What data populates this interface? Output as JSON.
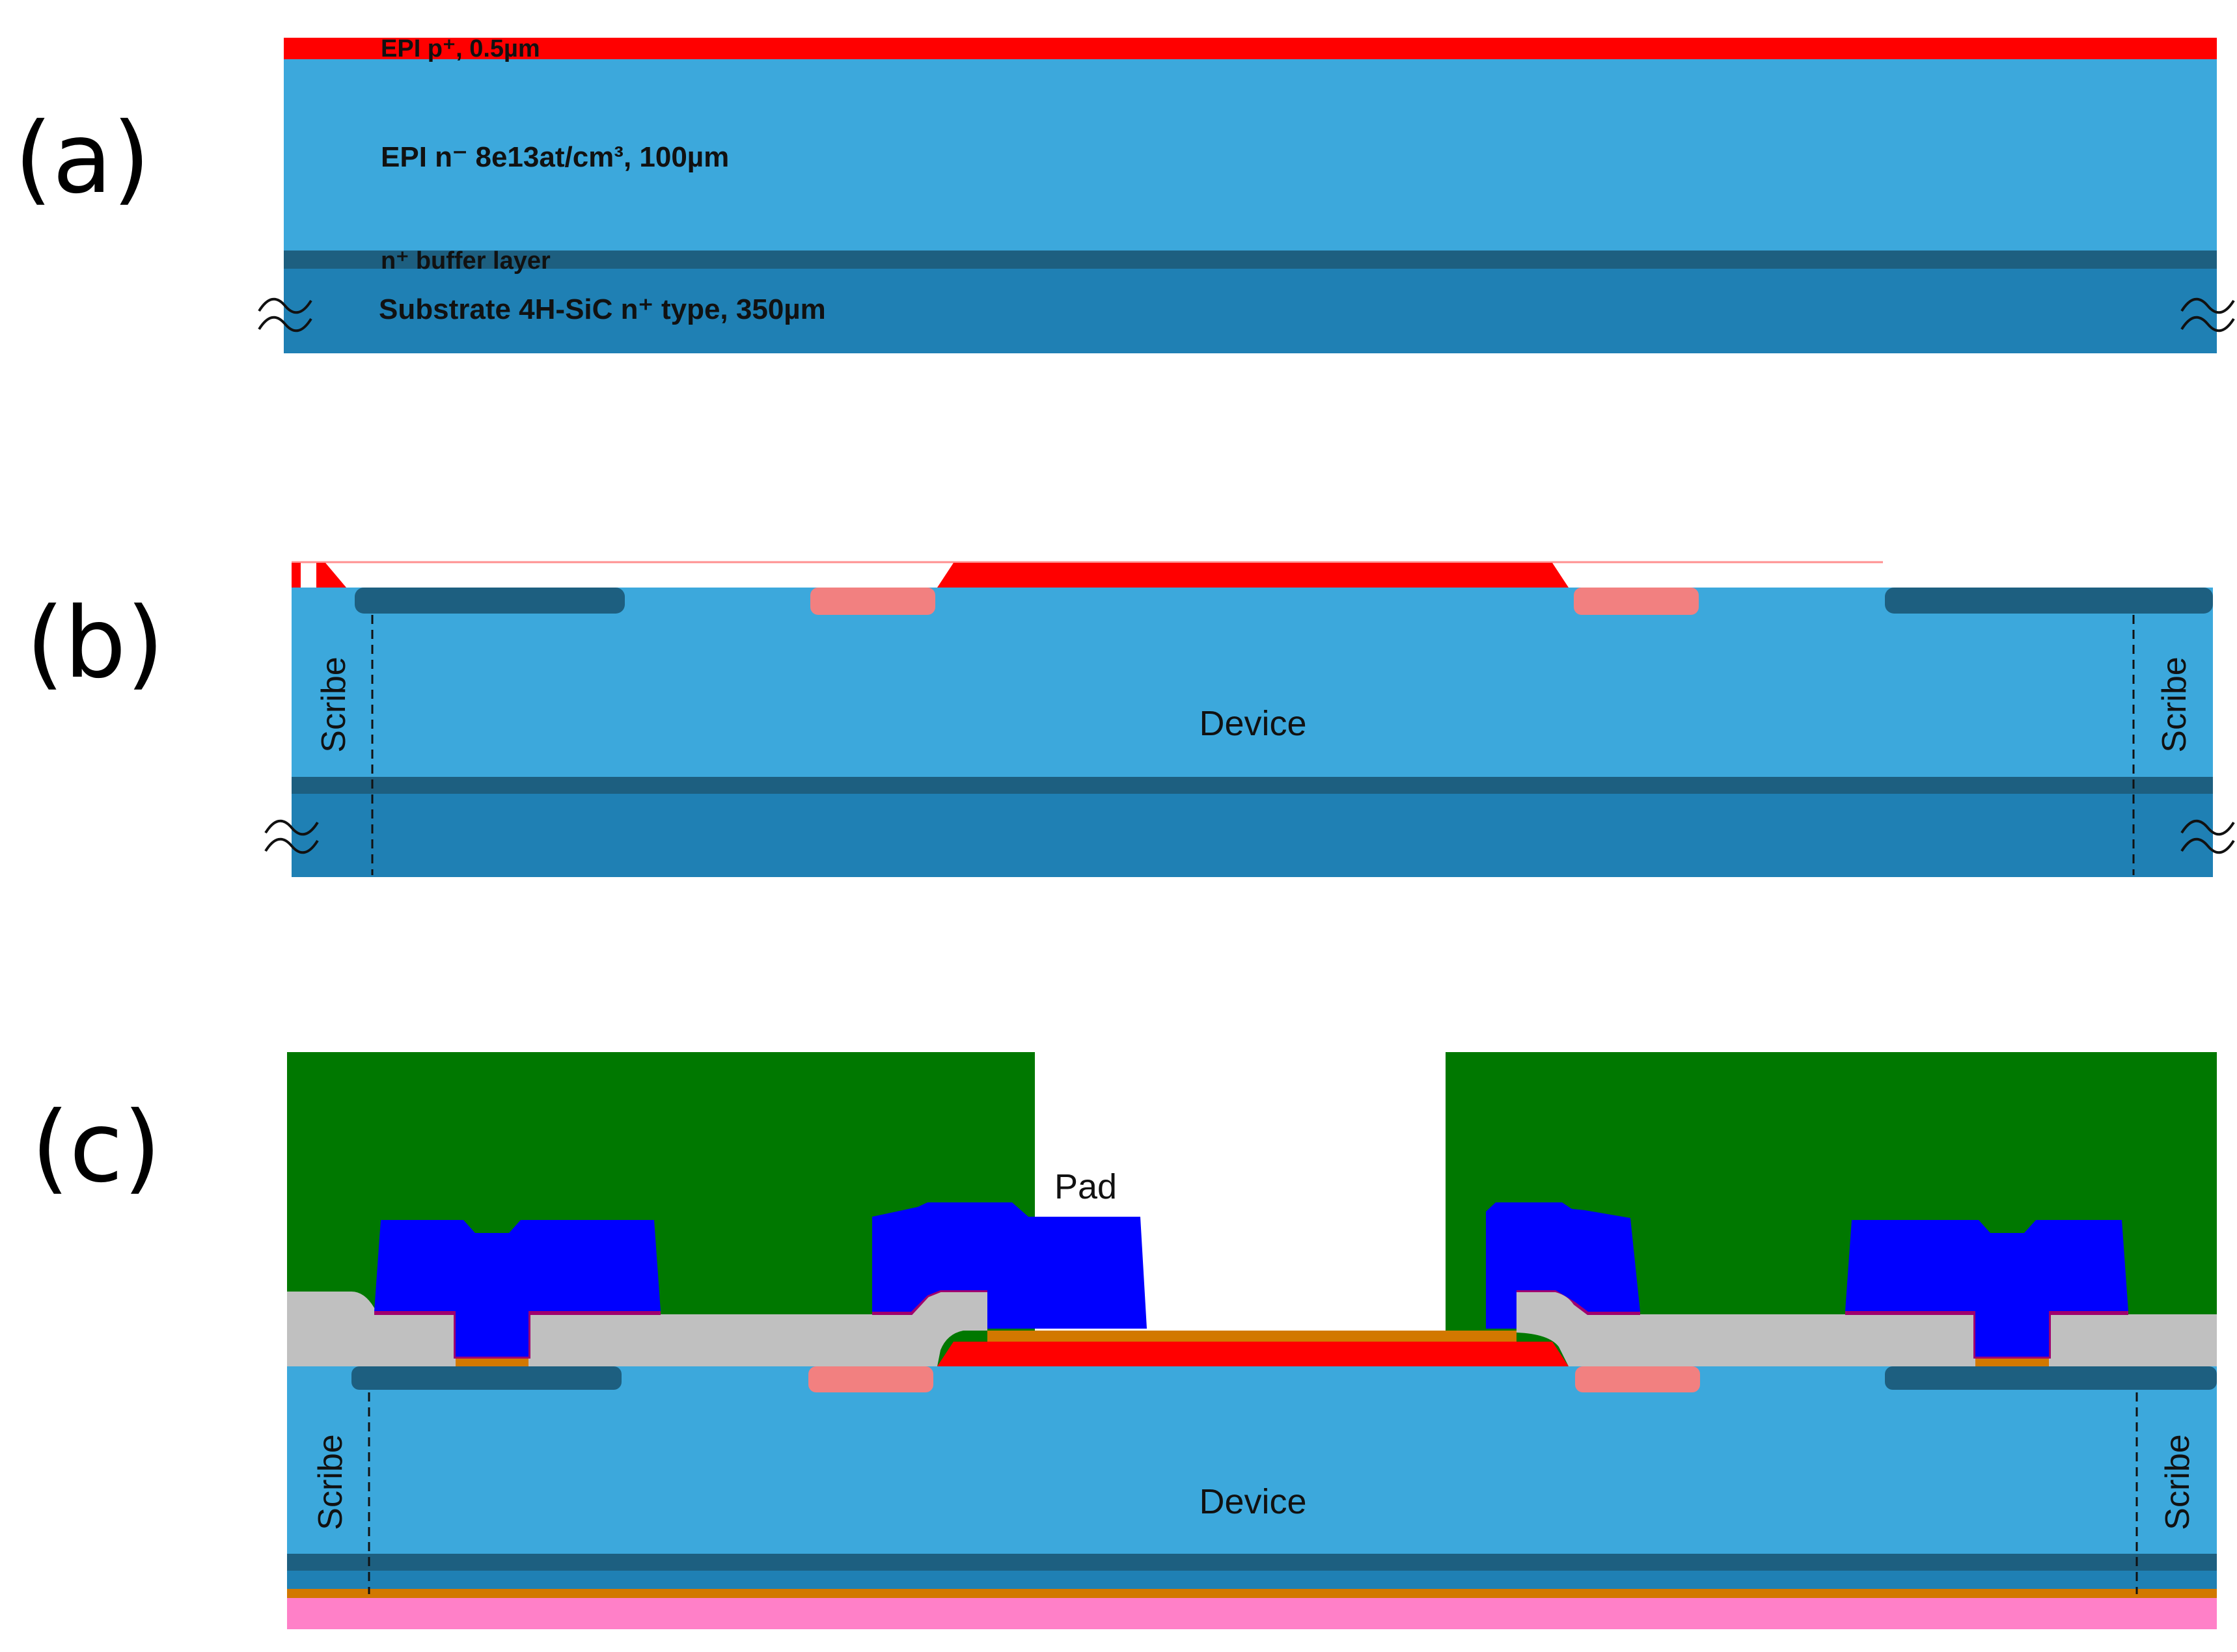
{
  "panels": {
    "a": {
      "label": "(a)",
      "layers": {
        "epi_p": "EPI p⁺, 0.5µm",
        "epi_n": "EPI n⁻ 8e13at/cm³, 100µm",
        "buffer": "n⁺ buffer layer",
        "substrate": "Substrate 4H-SiC n⁺ type, 350µm"
      }
    },
    "b": {
      "label": "(b)",
      "device": "Device",
      "scribe_left": "Scribe",
      "scribe_right": "Scribe"
    },
    "c": {
      "label": "(c)",
      "pad": "Pad",
      "device": "Device",
      "scribe_left": "Scribe",
      "scribe_right": "Scribe"
    }
  },
  "colors": {
    "epi_p_red": "#ff0000",
    "epi_n_blue": "#3ca8dc",
    "buffer_dark": "#1d5f80",
    "substrate_blue": "#1f80b4",
    "implant_pink": "#f28080",
    "passivation_green": "#007800",
    "metal_blue": "#0000ff",
    "oxide_gray": "#c0c0c0",
    "contact_orange": "#d27800",
    "backside_pink": "#ff80c8",
    "barrier_purple": "#a0006e"
  }
}
